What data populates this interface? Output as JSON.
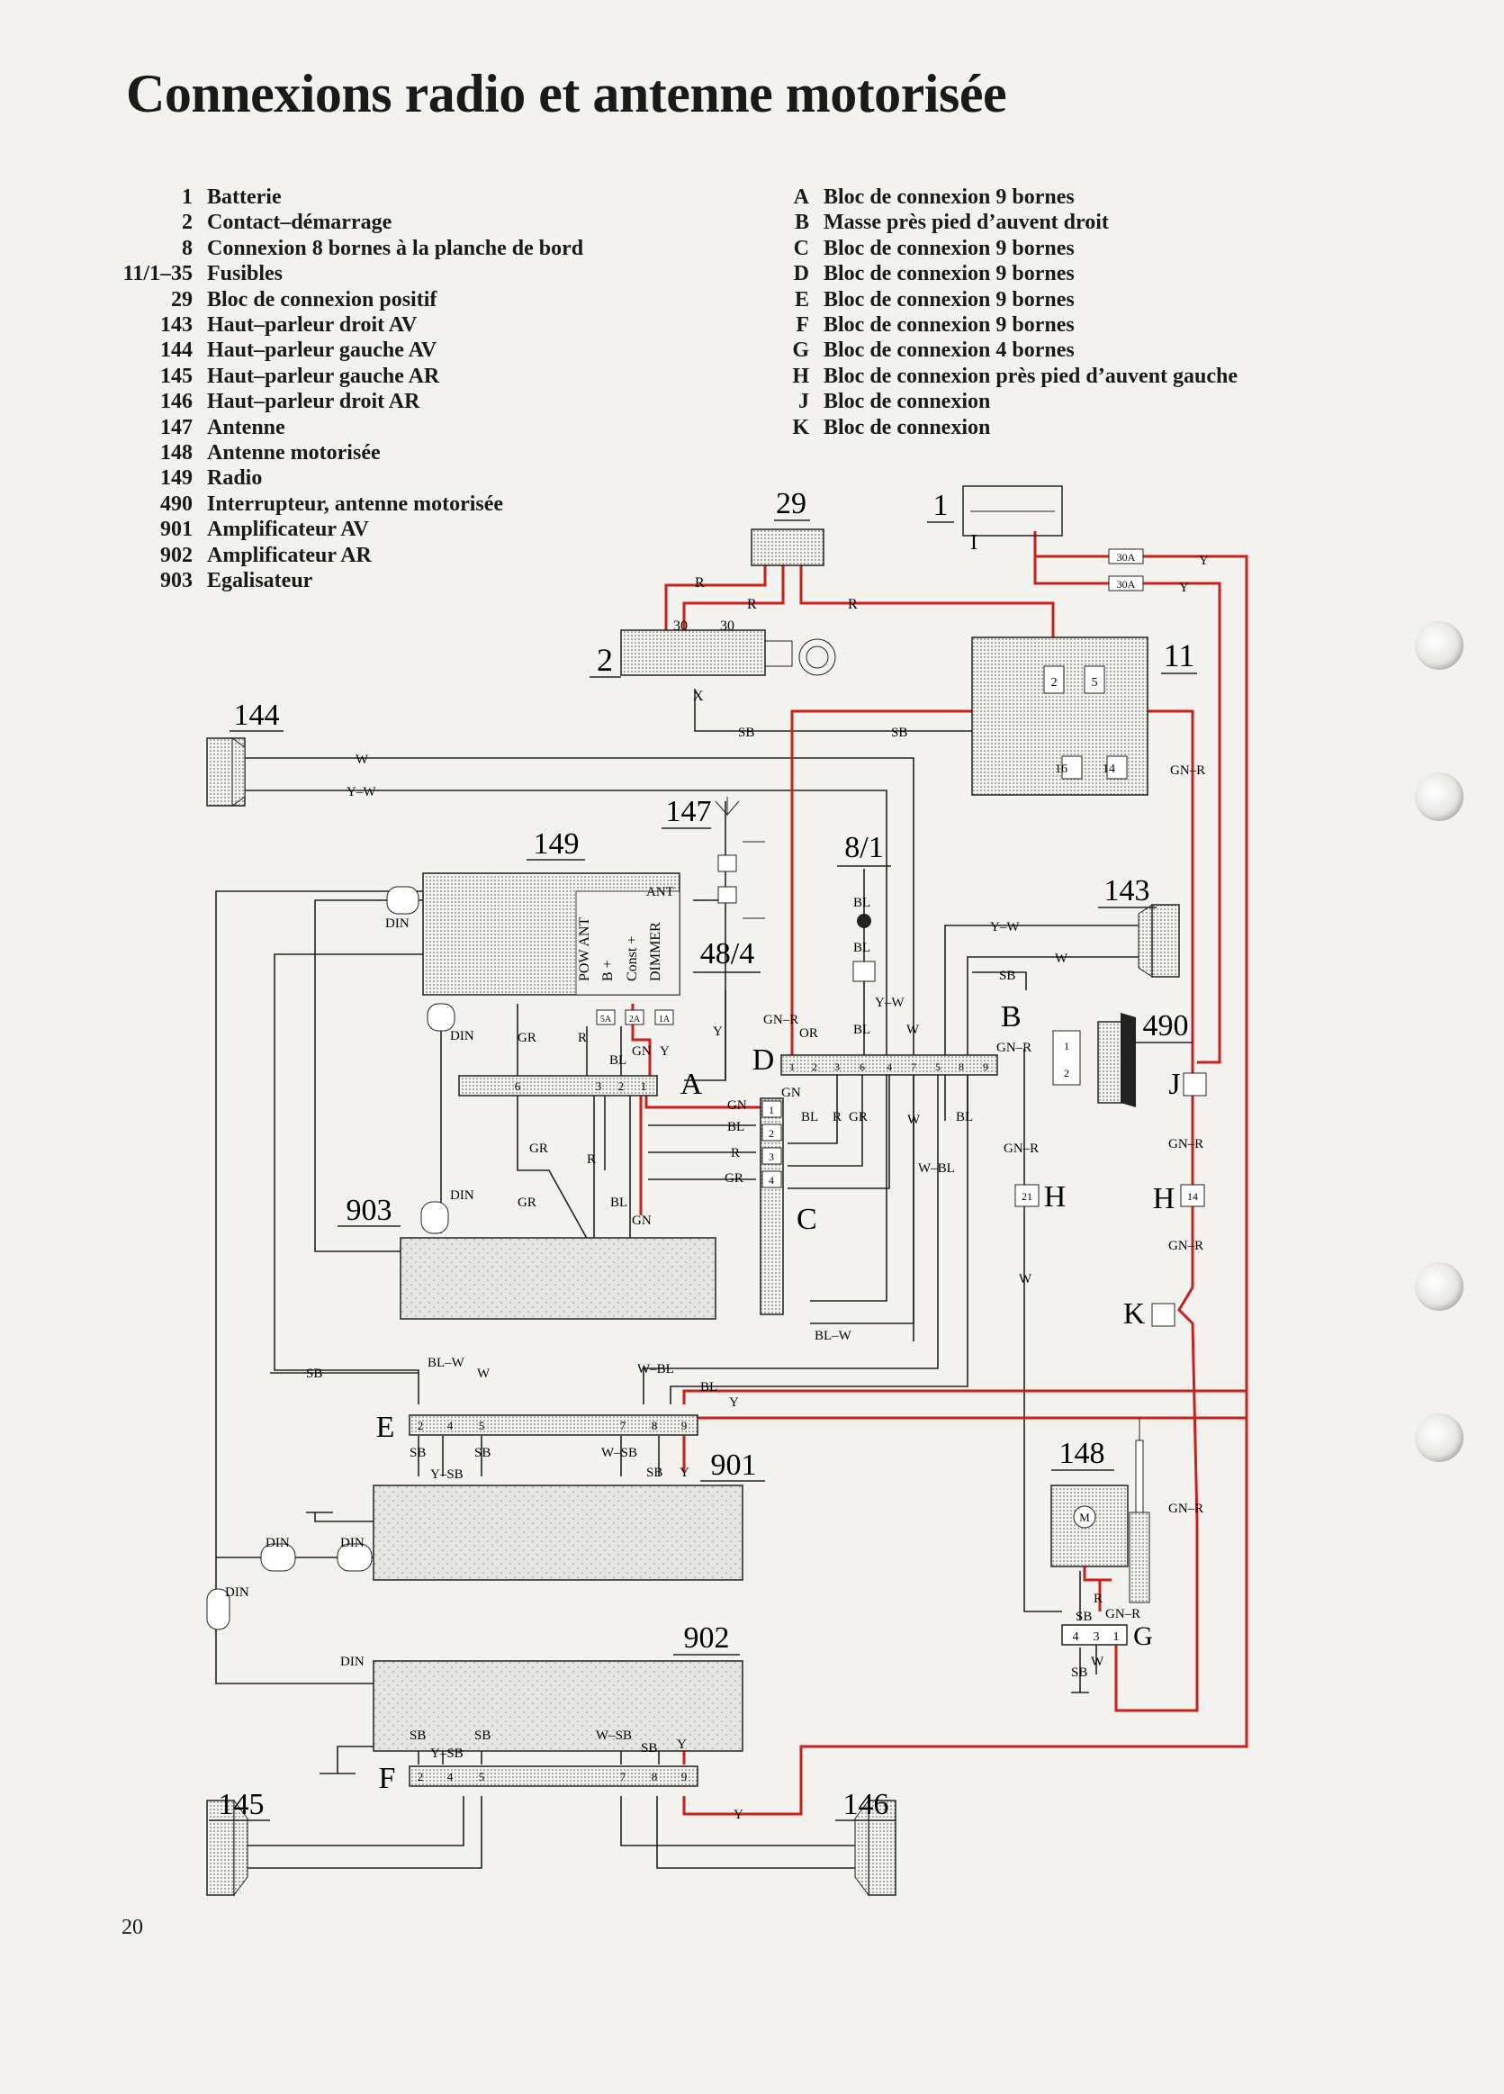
{
  "title": "Connexions radio et antenne motorisée",
  "legend_components": [
    {
      "code": "1",
      "label": "Batterie"
    },
    {
      "code": "2",
      "label": "Contact–démarrage"
    },
    {
      "code": "8",
      "label": "Connexion 8 bornes à la planche de bord"
    },
    {
      "code": "11/1–35",
      "label": "Fusibles"
    },
    {
      "code": "29",
      "label": "Bloc de connexion positif"
    },
    {
      "code": "143",
      "label": "Haut–parleur droit AV"
    },
    {
      "code": "144",
      "label": "Haut–parleur gauche AV"
    },
    {
      "code": "145",
      "label": "Haut–parleur gauche AR"
    },
    {
      "code": "146",
      "label": "Haut–parleur droit AR"
    },
    {
      "code": "147",
      "label": "Antenne"
    },
    {
      "code": "148",
      "label": "Antenne motorisée"
    },
    {
      "code": "149",
      "label": "Radio"
    },
    {
      "code": "490",
      "label": "Interrupteur, antenne motorisée"
    },
    {
      "code": "901",
      "label": "Amplificateur AV"
    },
    {
      "code": "902",
      "label": "Amplificateur AR"
    },
    {
      "code": "903",
      "label": "Egalisateur"
    }
  ],
  "legend_connectors": [
    {
      "code": "A",
      "label": "Bloc de connexion 9 bornes"
    },
    {
      "code": "B",
      "label": "Masse près pied d’auvent droit"
    },
    {
      "code": "C",
      "label": "Bloc de connexion 9 bornes"
    },
    {
      "code": "D",
      "label": "Bloc de connexion 9 bornes"
    },
    {
      "code": "E",
      "label": "Bloc de connexion 9 bornes"
    },
    {
      "code": "F",
      "label": "Bloc de connexion 9 bornes"
    },
    {
      "code": "G",
      "label": "Bloc de connexion 4 bornes"
    },
    {
      "code": "H",
      "label": "Bloc de connexion près pied d’auvent gauche"
    },
    {
      "code": "J",
      "label": "Bloc de connexion"
    },
    {
      "code": "K",
      "label": "Bloc de connexion"
    }
  ],
  "diagram": {
    "component_labels": {
      "c1": "1",
      "c2": "2",
      "c11": "11",
      "c29": "29",
      "c143": "143",
      "c144": "144",
      "c145": "145",
      "c146": "146",
      "c147": "147",
      "c148": "148",
      "c149": "149",
      "c490": "490",
      "c901": "901",
      "c902": "902",
      "c903": "903",
      "c8_1": "8/1",
      "c48_4": "48/4"
    },
    "connector_labels": {
      "A": "A",
      "B": "B",
      "C": "C",
      "D": "D",
      "E": "E",
      "F": "F",
      "G": "G",
      "H": "H",
      "J": "J",
      "K": "K"
    },
    "fuses": {
      "f1": "30A",
      "f2": "30A",
      "r1": "5A",
      "r2": "2A",
      "r3": "1A"
    },
    "radio_pins": {
      "p1": "POW ANT",
      "p2": "B +",
      "p3": "Const +",
      "p4": "DIMMER",
      "ant": "ANT"
    },
    "wire_codes": {
      "R": "R",
      "Y": "Y",
      "W": "W",
      "YW": "Y–W",
      "SB": "SB",
      "BL": "BL",
      "GN": "GN",
      "GNR": "GN–R",
      "GR": "GR",
      "OR": "OR",
      "BLW": "BL–W",
      "WBL": "W–BL",
      "WSB": "W–SB",
      "YSB": "Y–SB",
      "DIN": "DIN",
      "X": "X",
      "t30": "30"
    },
    "pins": {
      "p1": "1",
      "p2": "2",
      "p3": "3",
      "p4": "4",
      "p5": "5",
      "p6": "6",
      "p7": "7",
      "p8": "8",
      "p9": "9",
      "p14": "14",
      "p16": "16",
      "p21": "21"
    }
  },
  "page_number": "20"
}
